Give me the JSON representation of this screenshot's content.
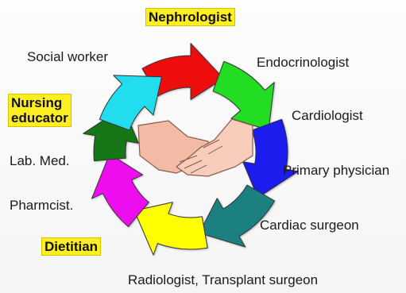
{
  "labels": {
    "nephrologist": "Nephrologist",
    "endocrinologist": "Endocrinologist",
    "cardiologist": "Cardiologist",
    "primary_physician": "Primary physician",
    "cardiac_surgeon": "Cardiac surgeon",
    "radiologist_transplant": "Radiologist, Transplant surgeon",
    "dietitian": "Dietitian",
    "pharmacist": "Pharmcist.",
    "lab_med": "Lab. Med.",
    "nursing_educator_line1": "Nursing",
    "nursing_educator_line2": "educator",
    "social_worker": "Social worker"
  },
  "colors": {
    "red": "#ee1111",
    "green": "#22dd22",
    "blue": "#1a1aee",
    "teal": "#1a8080",
    "yellow": "#ffff00",
    "magenta": "#ee11ee",
    "dark_green": "#157715",
    "cyan": "#22ddee",
    "highlight": "#ffee22",
    "skin": "#f5c2b0"
  },
  "center_icon": "handshake-icon"
}
